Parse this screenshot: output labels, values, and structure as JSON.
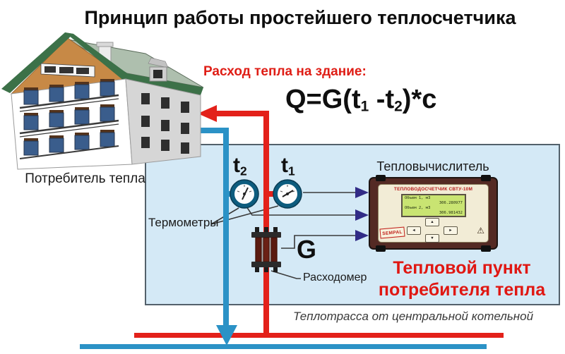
{
  "title": "Принцип работы простейшего теплосчетчика",
  "building": {
    "caption": "Потребитель тепла"
  },
  "heat_formula": {
    "caption": "Расход тепла на здание:",
    "prefix": "Q=G(t",
    "sub1": "1",
    "mid": " -t",
    "sub2": "2",
    "suffix": ")*c"
  },
  "sensors": {
    "t2_base": "t",
    "t2_sub": "2",
    "t1_base": "t",
    "t1_sub": "1",
    "thermometers_caption": "Термометры",
    "flow_symbol": "G",
    "flowmeter_caption": "Расходомер"
  },
  "calculator": {
    "caption": "Тепловычислитель",
    "device_header": "ТЕПЛОВОДОСЧЕТЧИК СВТУ-10М",
    "lcd_lines": [
      "Объем 1,  м3",
      "306.280977",
      "Объем 2,  м3",
      "306.981432"
    ],
    "brand": "SEMPAL",
    "btn_up": "▲",
    "btn_left": "◄",
    "btn_right": "►",
    "btn_down": "▼",
    "warning_icon": "⚠"
  },
  "heat_point": {
    "line1": "Тепловой пункт",
    "line2": "потребителя тепла"
  },
  "mains_caption": "Теплотрасса от центральной котельной",
  "colors": {
    "hot_pipe": "#e3211a",
    "cold_pipe": "#2b92c6",
    "heatbox_fill": "#d4e9f6",
    "heatbox_border": "#53616b",
    "red_text": "#df1d15",
    "signal_arrow": "#312b86",
    "roof_green": "#3c7148",
    "gable_orange": "#c78946",
    "lcd_green": "#c9e472",
    "device_maroon": "#542a24"
  }
}
